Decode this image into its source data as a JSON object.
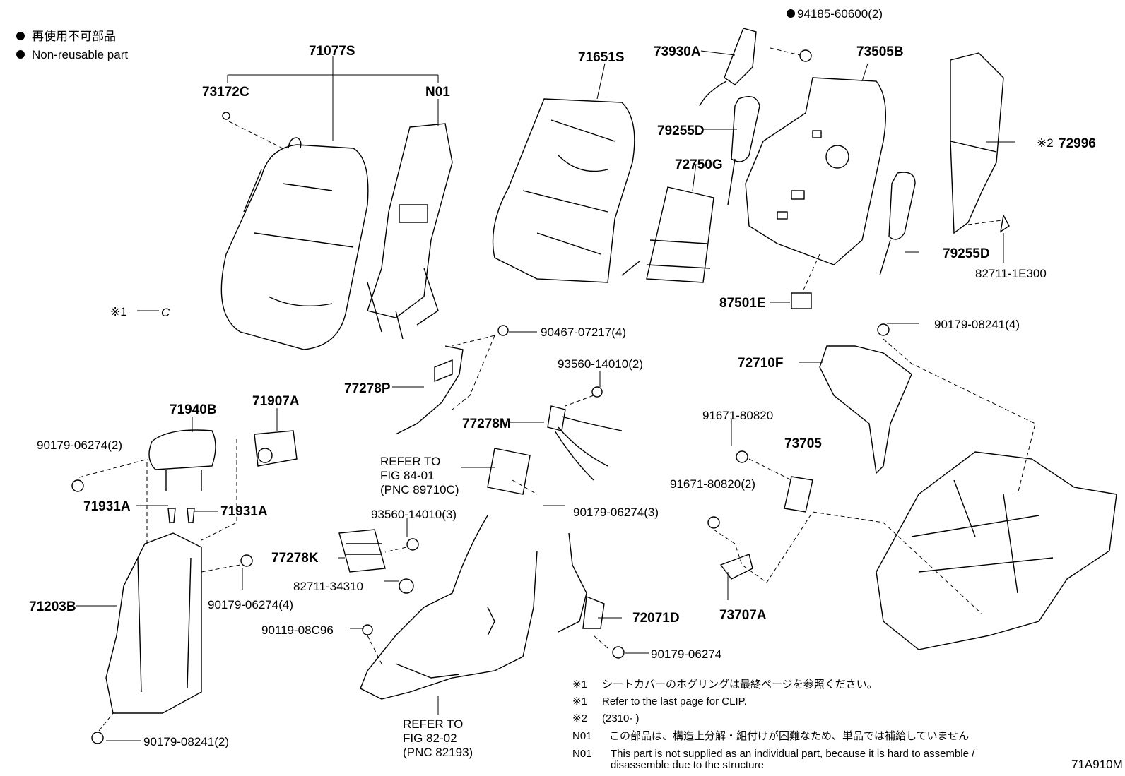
{
  "legend": {
    "jp": "再使用不可部品",
    "en": "Non-reusable part"
  },
  "diagram_code": "71A910M",
  "labels": [
    {
      "id": "71077S",
      "text": "71077S"
    },
    {
      "id": "73172C",
      "text": "73172C"
    },
    {
      "id": "N01",
      "text": "N01"
    },
    {
      "id": "71651S",
      "text": "71651S"
    },
    {
      "id": "73930A",
      "text": "73930A"
    },
    {
      "id": "94185",
      "text": "94185-60600(2)"
    },
    {
      "id": "73505B",
      "text": "73505B"
    },
    {
      "id": "79255D_a",
      "text": "79255D"
    },
    {
      "id": "72750G",
      "text": "72750G"
    },
    {
      "id": "72996",
      "text": "72996"
    },
    {
      "id": "72996_mark",
      "text": "※2"
    },
    {
      "id": "79255D_b",
      "text": "79255D"
    },
    {
      "id": "82711_1E300",
      "text": "82711-1E300"
    },
    {
      "id": "87501E",
      "text": "87501E"
    },
    {
      "id": "note1_mark",
      "text": "※1"
    },
    {
      "id": "note1_clip",
      "text": "C"
    },
    {
      "id": "90467",
      "text": "90467-07217(4)"
    },
    {
      "id": "90179_08241_4",
      "text": "90179-08241(4)"
    },
    {
      "id": "77278P",
      "text": "77278P"
    },
    {
      "id": "93560_2",
      "text": "93560-14010(2)"
    },
    {
      "id": "72710F",
      "text": "72710F"
    },
    {
      "id": "71940B",
      "text": "71940B"
    },
    {
      "id": "71907A",
      "text": "71907A"
    },
    {
      "id": "77278M",
      "text": "77278M"
    },
    {
      "id": "91671_80820",
      "text": "91671-80820"
    },
    {
      "id": "90179_06274_2",
      "text": "90179-06274(2)"
    },
    {
      "id": "refer1_a",
      "text": "REFER TO"
    },
    {
      "id": "refer1_b",
      "text": "FIG 84-01"
    },
    {
      "id": "refer1_c",
      "text": "(PNC 89710C)"
    },
    {
      "id": "73705",
      "text": "73705"
    },
    {
      "id": "91671_80820_2",
      "text": "91671-80820(2)"
    },
    {
      "id": "71931A_a",
      "text": "71931A"
    },
    {
      "id": "71931A_b",
      "text": "71931A"
    },
    {
      "id": "90179_06274_3",
      "text": "90179-06274(3)"
    },
    {
      "id": "93560_3",
      "text": "93560-14010(3)"
    },
    {
      "id": "77278K",
      "text": "77278K"
    },
    {
      "id": "82711_34310",
      "text": "82711-34310"
    },
    {
      "id": "90179_06274_4",
      "text": "90179-06274(4)"
    },
    {
      "id": "71203B",
      "text": "71203B"
    },
    {
      "id": "73707A",
      "text": "73707A"
    },
    {
      "id": "72071D",
      "text": "72071D"
    },
    {
      "id": "90119",
      "text": "90119-08C96"
    },
    {
      "id": "90179_06274",
      "text": "90179-06274"
    },
    {
      "id": "refer2_a",
      "text": "REFER TO"
    },
    {
      "id": "refer2_b",
      "text": "FIG 82-02"
    },
    {
      "id": "refer2_c",
      "text": "(PNC 82193)"
    },
    {
      "id": "90179_08241_2",
      "text": "90179-08241(2)"
    }
  ],
  "notes": [
    {
      "mark": "※1",
      "text": "シートカバーのホグリングは最終ページを参照ください。"
    },
    {
      "mark": "※1",
      "text": "Refer to the last page for CLIP."
    },
    {
      "mark": "※2",
      "text": "(2310-        )"
    },
    {
      "mark": "N01",
      "text": "この部品は、構造上分解・組付けが困難なため、単品では補給していません"
    },
    {
      "mark": "N01",
      "text": "This part is not supplied as an individual part, because it is hard to assemble /"
    },
    {
      "mark": "",
      "text": "disassemble due to the structure"
    }
  ]
}
